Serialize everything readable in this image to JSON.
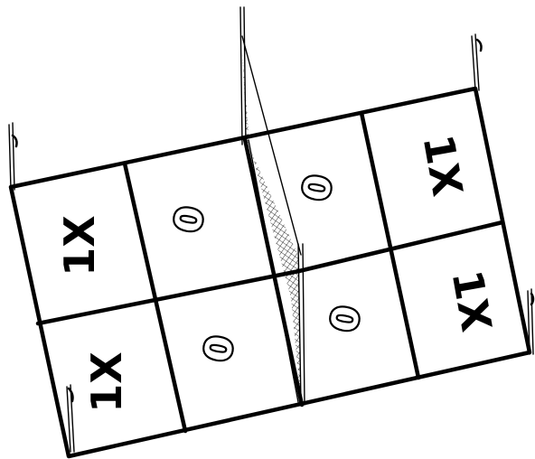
{
  "court": {
    "cells": [
      {
        "label": "1X"
      },
      {
        "label": "0"
      },
      {
        "label": "0"
      },
      {
        "label": "1X"
      },
      {
        "label": "1X"
      },
      {
        "label": "0"
      },
      {
        "label": "0"
      },
      {
        "label": "1X"
      }
    ]
  }
}
